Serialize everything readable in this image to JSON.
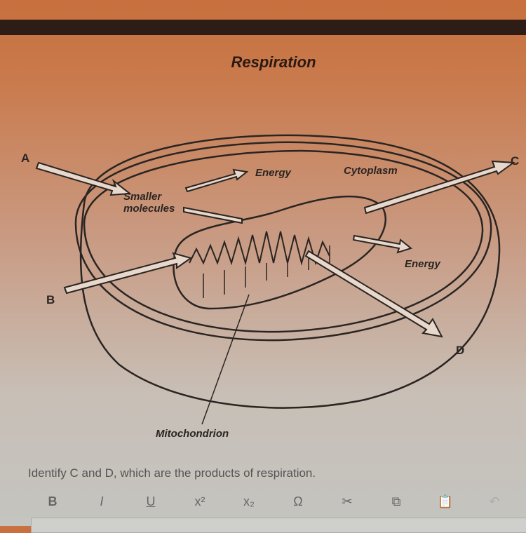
{
  "diagram": {
    "title": "Respiration",
    "labels": {
      "a": "A",
      "b": "B",
      "c": "C",
      "d": "D",
      "energy_top": "Energy",
      "cytoplasm": "Cytoplasm",
      "smaller_molecules": "Smaller molecules",
      "energy_right": "Energy",
      "mitochondrion": "Mitochondrion"
    }
  },
  "question": "Identify C and D, which are the products of respiration.",
  "toolbar": {
    "bold": "B",
    "italic": "I",
    "underline": "U",
    "superscript": "x²",
    "subscript": "x₂",
    "special_char": "Ω",
    "cut": "✂",
    "copy": "⧉",
    "paste": "📋",
    "undo": "↶"
  },
  "colors": {
    "band": "#2e1d16",
    "ink": "#2a2522"
  }
}
